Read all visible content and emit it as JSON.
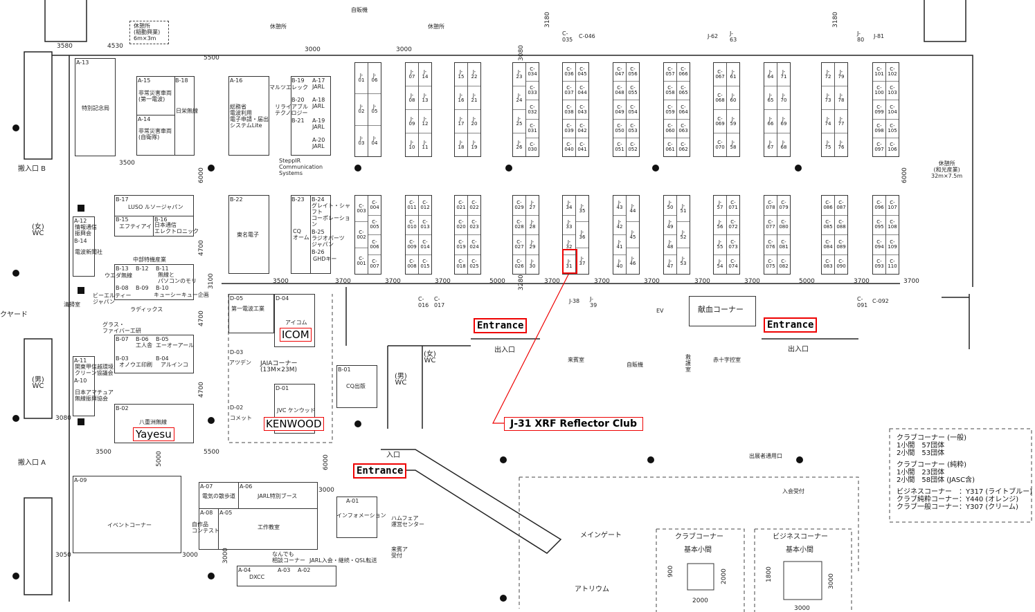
{
  "annotations": {
    "entrance_1": "Entrance",
    "entrance_2": "Entrance",
    "entrance_3": "Entrance",
    "icom": "ICOM",
    "kenwood": "KENWOOD",
    "yayesu": "Yayesu",
    "callout": "J-31 XRF Reflector Club",
    "colors": {
      "highlight": "#e00000"
    }
  },
  "top": {
    "rest1": "休憩所\n(稲動興業)\n6m×3m",
    "rest2": "休憩所",
    "rest3": "休憩所",
    "vending": "自販機",
    "c035": "C-\n035",
    "c046": "C-046",
    "j62": "J-62",
    "j63": "J-\n63",
    "j80": "J-\n80",
    "j81": "J-81"
  },
  "dims": [
    "3580",
    "4530",
    "3000",
    "3000",
    "5500",
    "3500",
    "6000",
    "4700",
    "3100",
    "3500",
    "3700",
    "3700",
    "3700",
    "5000",
    "3280",
    "3700",
    "3700",
    "3700",
    "3700",
    "3700",
    "5000",
    "3700",
    "3700",
    "3080",
    "3180",
    "3180",
    "6000",
    "4700",
    "4700",
    "3080",
    "3500",
    "5500",
    "5000",
    "6000",
    "3000",
    "3050",
    "3000",
    "3000",
    "900",
    "2000",
    "2000",
    "1800",
    "3000",
    "3000"
  ],
  "left": {
    "loading_b": "搬入口 B",
    "wc_f": "(女)\nWC",
    "yard": "クヤード",
    "wc_m": "(男)\nWC",
    "loading_a": "搬入口 A",
    "cleaning": "清掃室"
  },
  "booths": {
    "a13": "A-13",
    "a13n": "特別記念局",
    "a15": "A-15",
    "a15n": "非常災害車両\n(第一電波)",
    "a14": "A-14",
    "a14n": "非常災害車両\n(自衛隊)",
    "b18": "B-18",
    "b18n": "日栄無線",
    "a16": "A-16",
    "a16n": "総務省\n電波利用\n電子申請・届出\nシステムLite",
    "b19": "B-19",
    "b19n": "マルツエレック",
    "a17": "A-17\nJARL",
    "b20": "B-20",
    "b20n": "リライアブル\nテクノロジー",
    "a18": "A-18\nJARL",
    "b21": "B-21",
    "a19": "A-19\nJARL",
    "a20": "A-20\nJARL",
    "steppir": "SteppIR\nCommunication\nSystems",
    "b17": "B-17",
    "b17n": "LUSO ルソージャパン",
    "b15": "B-15",
    "b15n": "エフティアイ",
    "b16": "B-16",
    "b16n": "日本通信\nエレクトロニック",
    "a12": "A-12",
    "a12n": "情報通信\n振興会",
    "b14": "B-14",
    "b14n": "電波新聞社",
    "chubu": "中部特機産業",
    "b13": "B-13",
    "b13n": "ウエダ無線",
    "b12": "B-12",
    "b11": "B-11",
    "b11n": "無線と\nパソコンのモリ",
    "b08": "B-08",
    "b08n": "ビーエルティー\nジャパン",
    "b09": "B-09",
    "b10": "B-10",
    "b10n": "キューシーキュー企画",
    "radix": "ラディックス",
    "b22": "B-22",
    "b22n": "東名電子",
    "b23": "B-23",
    "b23n": "CQ\nオーム",
    "b24": "B-24",
    "b24n": "グレイト・シャフト\nコーポレーション",
    "b25": "B-25",
    "b25n": "ラジオパーツ\nジャパン",
    "b26": "B-26",
    "b26n": "GHDキー",
    "glass": "グラス・\nファイバー工研",
    "b07": "B-07",
    "b06": "B-06",
    "b06n": "工人舎",
    "b05": "B-05",
    "b05n": "エーオーアール",
    "b03": "B-03",
    "b03n": "オノウエ印刷",
    "b04": "B-04",
    "b04n": "アルインコ",
    "a11": "A-11",
    "a11n": "関東甲信越環境\nクリーン協議会",
    "a10": "A-10",
    "a10n": "日本アマチュア\n無線振興協会",
    "b02": "B-02",
    "b02n": "八重洲無線",
    "d05": "D-05",
    "d05n": "第一電波工業",
    "d04": "D-04",
    "d04n": "アイコム",
    "d03": "D-03",
    "d03n": "アツデン",
    "jaia": "JAIAコーナー\n(13M×23M)",
    "d02": "D-02",
    "d02n": "コメット",
    "d01": "D-01",
    "d01n": "JVC ケンウッド",
    "b01": "B-01",
    "b01n": "CQ出版",
    "a09": "A-09",
    "a09n": "イベントコーナー",
    "a07": "A-07",
    "a07n": "電気の散歩道",
    "a06": "A-06",
    "a06n": "JARL特別ブース",
    "a08": "A-08",
    "a08n": "自作品\nコンテスト",
    "a05": "A-05",
    "a05n": "工作教室",
    "a01": "A-01",
    "a01n": "インフォメーション",
    "soudan": "なんでも\n相談コーナー",
    "jarl_in": "JARL入会・継続・QSL転送",
    "a04": "A-04",
    "a04n": "DXCC",
    "a03": "A-03",
    "a02": "A-02",
    "c016": "C-\n016",
    "c017": "C-\n017",
    "j38": "J-38",
    "j39": "J-\n39",
    "c091": "C-\n091",
    "c092": "C-092"
  },
  "facilities": {
    "entrance_jp": "入口",
    "exit1": "出入口",
    "exit2": "出入口",
    "guest": "来賓室",
    "vending2": "自販機",
    "redcross": "赤十字控室",
    "blood": "献血コーナー",
    "maingate": "メインゲート",
    "atrium": "アトリウム",
    "staff_gate": "出展者通用口",
    "join": "入会受付",
    "rest_wako": "休憩所\n(和光産業)\n32m×7.5m",
    "hamfair": "ハムフェア\n運営センター",
    "guest_rcpt": "来賓ア\n受付",
    "ev": "EV",
    "wc_f2": "(女)\nWC",
    "wc_m2": "(男)\nWC",
    "first_aid": "救\n護\n室"
  },
  "corners": {
    "club": "クラブコーナー",
    "club_sub": "基本小間",
    "biz": "ビジネスコーナー",
    "biz_sub": "基本小間"
  },
  "legend": {
    "lines": [
      "クラブコーナー (一般)",
      "1小間　57団体",
      "2小間　53団体",
      "",
      "クラブコーナー (純粋)",
      "1小間　23団体",
      "2小間　58団体 (JASC含)",
      "",
      "ビジネスコーナー　：Y317 (ライトブルー)",
      "クラブ純粋コーナー：Y440 (オレンジ)",
      "クラブ一般コーナー：Y307 (クリーム)"
    ]
  },
  "booth_rows": {
    "upper": [
      {
        "left": [
          "J-\n01",
          "J-\n02",
          "J-\n03"
        ],
        "right": [
          "J-\n06",
          "J-\n05",
          "J-\n04"
        ]
      },
      {
        "left": [
          "J-\n07",
          "J-\n08",
          "J-\n09",
          "J-\n10"
        ],
        "right": [
          "J-\n14",
          "J-\n13",
          "J-\n12",
          "J-\n11"
        ]
      },
      {
        "left": [
          "J-\n15",
          "J-\n16",
          "J-\n17",
          "J-\n18"
        ],
        "right": [
          "J-\n22",
          "J-\n21",
          "J-\n20",
          "J-\n19"
        ]
      },
      {
        "left": [
          "J-\n23",
          "J-\n24",
          "J-\n25",
          "J-\n26"
        ],
        "right": [
          "C-\n034",
          "C-\n033",
          "C-\n032",
          "C-\n031",
          "C-\n030"
        ]
      },
      {
        "left": [
          "C-\n036",
          "C-\n037",
          "C-\n038",
          "C-\n039",
          "C-\n040"
        ],
        "right": [
          "C-\n045",
          "C-\n044",
          "C-\n043",
          "C-\n042",
          "C-\n041"
        ]
      },
      {
        "left": [
          "C-\n047",
          "C-\n048",
          "C-\n049",
          "C-\n050",
          "C-\n051"
        ],
        "right": [
          "C-\n056",
          "C-\n055",
          "C-\n054",
          "C-\n053",
          "C-\n052"
        ]
      },
      {
        "left": [
          "C-\n057",
          "C-\n058",
          "C-\n059",
          "C-\n060",
          "C-\n061"
        ],
        "right": [
          "C-\n066",
          "C-\n065",
          "C-\n064",
          "C-\n063",
          "C-\n062"
        ]
      },
      {
        "left": [
          "C-\n067",
          "C-\n068",
          "C-\n069",
          "C-\n070"
        ],
        "right": [
          "J-\n61",
          "J-\n60",
          "J-\n59",
          "J-\n58"
        ]
      },
      {
        "left": [
          "J-\n64",
          "J-\n65",
          "J-\n66",
          "J-\n67"
        ],
        "right": [
          "J-\n71",
          "J-\n70",
          "J-\n69",
          "J-\n68"
        ]
      },
      {
        "left": [
          "J-\n72",
          "J-\n73",
          "J-\n74",
          "J-\n75"
        ],
        "right": [
          "J-\n79",
          "J-\n78",
          "J-\n77",
          "J-\n76"
        ]
      },
      {
        "left": [
          "C-\n101",
          "C-\n100",
          "C-\n099",
          "C-\n098",
          "C-\n097"
        ],
        "right": [
          "C-\n102",
          "C-\n103",
          "C-\n104",
          "C-\n105",
          "C-\n106"
        ]
      }
    ],
    "lower": [
      {
        "left": [
          "C-\n003",
          "C-\n002",
          "C-\n001"
        ],
        "right": [
          "C-\n004",
          "C-\n005",
          "C-\n006",
          "C-\n007"
        ]
      },
      {
        "left": [
          "C-\n011",
          "C-\n010",
          "C-\n009",
          "C-\n008"
        ],
        "right": [
          "C-\n012",
          "C-\n013",
          "C-\n014",
          "C-\n015"
        ]
      },
      {
        "left": [
          "C-\n021",
          "C-\n020",
          "C-\n019",
          "C-\n018"
        ],
        "right": [
          "C-\n022",
          "C-\n023",
          "C-\n024",
          "C-\n025"
        ]
      },
      {
        "left": [
          "C-\n029",
          "C-\n028",
          "C-\n027",
          "C-\n026"
        ],
        "right": [
          "J-\n27",
          "J-\n28",
          "J-\n29",
          "J-\n30"
        ]
      },
      {
        "left": [
          "J-\n34",
          "J-\n33",
          "J-\n32",
          "J-\n31"
        ],
        "right": [
          "J-\n35",
          "J-\n36",
          "J-\n37"
        ]
      },
      {
        "left": [
          "J-\n43",
          "J-\n42",
          "J-\n41",
          "J-\n40"
        ],
        "right": [
          "J-\n44",
          "J-\n45",
          "J-\n46"
        ]
      },
      {
        "left": [
          "J-\n50",
          "J-\n49",
          "J-\n48",
          "J-\n47"
        ],
        "right": [
          "J-\n51",
          "J-\n52",
          "J-\n53"
        ]
      },
      {
        "left": [
          "J-\n57",
          "J-\n56",
          "J-\n55",
          "J-\n54"
        ],
        "right": [
          "C-\n071",
          "C-\n072",
          "C-\n073",
          "C-\n074"
        ]
      },
      {
        "left": [
          "C-\n078",
          "C-\n077",
          "C-\n076",
          "C-\n075"
        ],
        "right": [
          "C-\n079",
          "C-\n080",
          "C-\n081",
          "C-\n082"
        ]
      },
      {
        "left": [
          "C-\n086",
          "C-\n085",
          "C-\n084",
          "C-\n083"
        ],
        "right": [
          "C-\n087",
          "C-\n088",
          "C-\n089",
          "C-\n090"
        ]
      },
      {
        "left": [
          "C-\n096",
          "C-\n095",
          "C-\n094",
          "C-\n093"
        ],
        "right": [
          "C-\n107",
          "C-\n108",
          "C-\n109",
          "C-\n110"
        ]
      }
    ]
  }
}
